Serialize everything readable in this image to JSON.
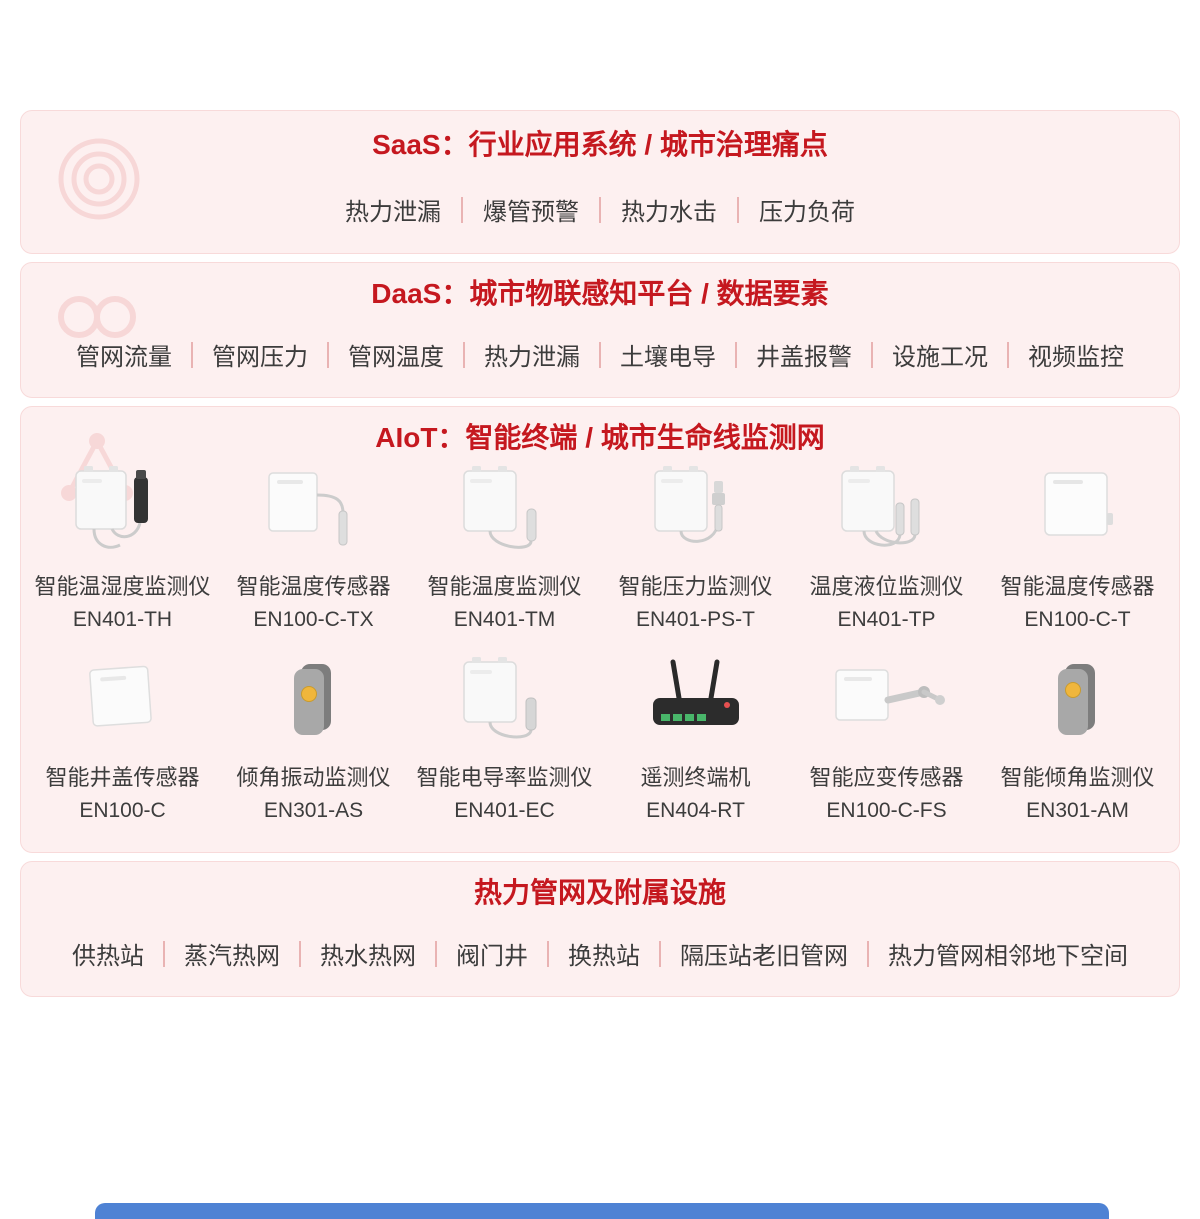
{
  "sections": {
    "saas": {
      "title": "SaaS：行业应用系统 / 城市治理痛点",
      "items": [
        "热力泄漏",
        "爆管预警",
        "热力水击",
        "压力负荷"
      ]
    },
    "daas": {
      "title": "DaaS：城市物联感知平台 / 数据要素",
      "items": [
        "管网流量",
        "管网压力",
        "管网温度",
        "热力泄漏",
        "土壤电导",
        "井盖报警",
        "设施工况",
        "视频监控"
      ]
    },
    "aiot": {
      "title": "AIoT：智能终端 / 城市生命线监测网",
      "products": [
        {
          "name": "智能温湿度监测仪",
          "model": "EN401-TH",
          "icon": "box-with-black-sensor"
        },
        {
          "name": "智能温度传感器",
          "model": "EN100-C-TX",
          "icon": "panel-with-probe"
        },
        {
          "name": "智能温度监测仪",
          "model": "EN401-TM",
          "icon": "box-with-cable-probe"
        },
        {
          "name": "智能压力监测仪",
          "model": "EN401-PS-T",
          "icon": "box-with-pressure-transducer"
        },
        {
          "name": "温度液位监测仪",
          "model": "EN401-TP",
          "icon": "box-with-two-probes"
        },
        {
          "name": "智能温度传感器",
          "model": "EN100-C-T",
          "icon": "flat-white-box"
        },
        {
          "name": "智能井盖传感器",
          "model": "EN100-C",
          "icon": "flat-white-panel"
        },
        {
          "name": "倾角振动监测仪",
          "model": "EN301-AS",
          "icon": "gray-wedge-yellow-dot"
        },
        {
          "name": "智能电导率监测仪",
          "model": "EN401-EC",
          "icon": "box-with-cable-probe"
        },
        {
          "name": "遥测终端机",
          "model": "EN404-RT",
          "icon": "black-router-antennas"
        },
        {
          "name": "智能应变传感器",
          "model": "EN100-C-FS",
          "icon": "panel-with-bracket-arm"
        },
        {
          "name": "智能倾角监测仪",
          "model": "EN301-AM",
          "icon": "gray-wedge-yellow-dot"
        }
      ]
    },
    "facilities": {
      "title": "热力管网及附属设施",
      "items": [
        "供热站",
        "蒸汽热网",
        "热水热网",
        "阀门井",
        "换热站",
        "隔压站老旧管网",
        "热力管网相邻地下空间"
      ]
    }
  },
  "colors": {
    "accent_red": "#c5181f",
    "panel_bg": "#fdf0f0",
    "panel_border": "#f8dada",
    "separator_pink": "#e9b3b3",
    "body_text": "#3c3c3c",
    "bottom_bar_blue": "#4e82d4",
    "device_yellow": "#f0b63c",
    "router_green": "#49b66a"
  }
}
